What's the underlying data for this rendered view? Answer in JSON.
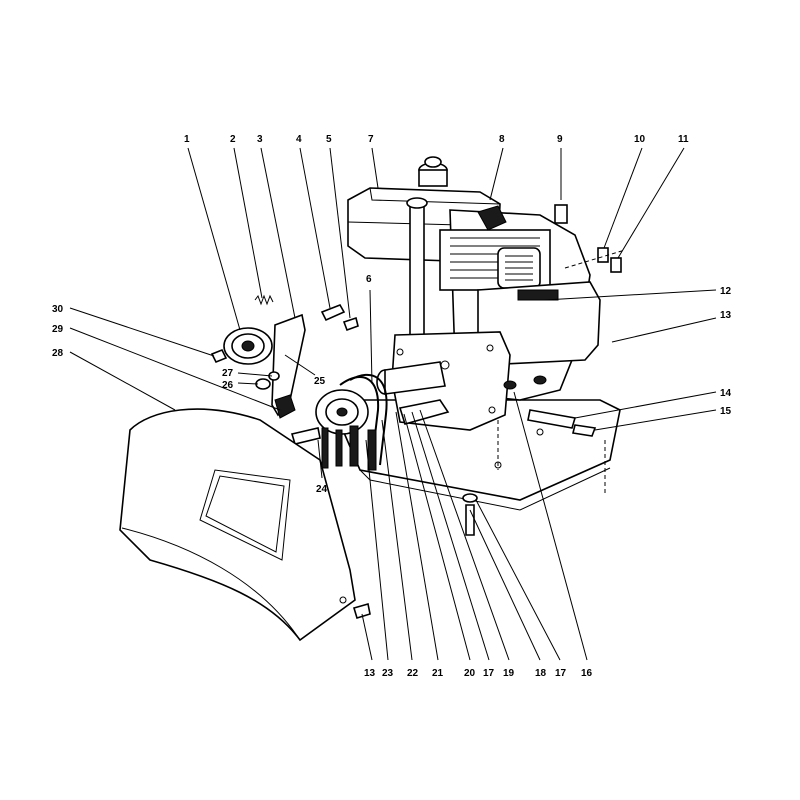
{
  "callouts": [
    {
      "id": "c1",
      "text": "1"
    },
    {
      "id": "c2",
      "text": "2"
    },
    {
      "id": "c3",
      "text": "3"
    },
    {
      "id": "c4",
      "text": "4"
    },
    {
      "id": "c5",
      "text": "5"
    },
    {
      "id": "c6",
      "text": "6"
    },
    {
      "id": "c7",
      "text": "7"
    },
    {
      "id": "c8",
      "text": "8"
    },
    {
      "id": "c9",
      "text": "9"
    },
    {
      "id": "c10",
      "text": "10"
    },
    {
      "id": "c11",
      "text": "11"
    },
    {
      "id": "c12",
      "text": "12"
    },
    {
      "id": "c13a",
      "text": "13"
    },
    {
      "id": "c14",
      "text": "14"
    },
    {
      "id": "c15",
      "text": "15"
    },
    {
      "id": "c16",
      "text": "16"
    },
    {
      "id": "c17a",
      "text": "17"
    },
    {
      "id": "c18",
      "text": "18"
    },
    {
      "id": "c19",
      "text": "19"
    },
    {
      "id": "c17b",
      "text": "17"
    },
    {
      "id": "c20",
      "text": "20"
    },
    {
      "id": "c21",
      "text": "21"
    },
    {
      "id": "c22",
      "text": "22"
    },
    {
      "id": "c23",
      "text": "23"
    },
    {
      "id": "c13b",
      "text": "13"
    },
    {
      "id": "c24",
      "text": "24"
    },
    {
      "id": "c25",
      "text": "25"
    },
    {
      "id": "c26",
      "text": "26"
    },
    {
      "id": "c27",
      "text": "27"
    },
    {
      "id": "c28",
      "text": "28"
    },
    {
      "id": "c29",
      "text": "29"
    },
    {
      "id": "c30",
      "text": "30"
    }
  ]
}
